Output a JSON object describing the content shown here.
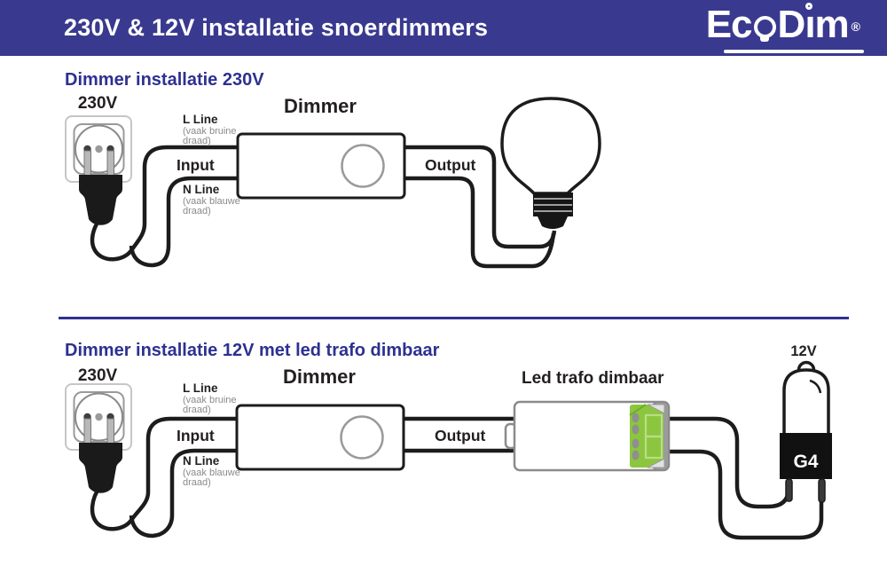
{
  "header": {
    "title": "230V & 12V installatie snoerdimmers",
    "logo": {
      "part1": "Ec",
      "part2": "D",
      "part3": "ım",
      "reg_mark": "®"
    }
  },
  "section1": {
    "title": "Dimmer installatie 230V",
    "socket_voltage": "230V",
    "dimmer_label": "Dimmer",
    "l_line_label": "L Line",
    "l_line_sub1": "(vaak bruine",
    "l_line_sub2": "draad)",
    "input_label": "Input",
    "n_line_label": "N Line",
    "n_line_sub1": "(vaak blauwe",
    "n_line_sub2": "draad)",
    "output_label": "Output"
  },
  "section2": {
    "title": "Dimmer installatie 12V met led trafo dimbaar",
    "socket_voltage": "230V",
    "dimmer_label": "Dimmer",
    "trafo_label": "Led trafo dimbaar",
    "l_line_label": "L Line",
    "l_line_sub1": "(vaak bruine",
    "l_line_sub2": "draad)",
    "input_label": "Input",
    "n_line_label": "N Line",
    "n_line_sub1": "(vaak blauwe",
    "n_line_sub2": "draad)",
    "output_label": "Output",
    "bulb_voltage": "12V",
    "bulb_socket_type": "G4"
  },
  "colors": {
    "header_bg": "#39398f",
    "accent_blue": "#2d3190",
    "text_dark": "#231f20",
    "text_gray": "#8a8a8a",
    "wire_black": "#1c1c1c",
    "trafo_green": "#8cc63e",
    "background": "#ffffff"
  }
}
